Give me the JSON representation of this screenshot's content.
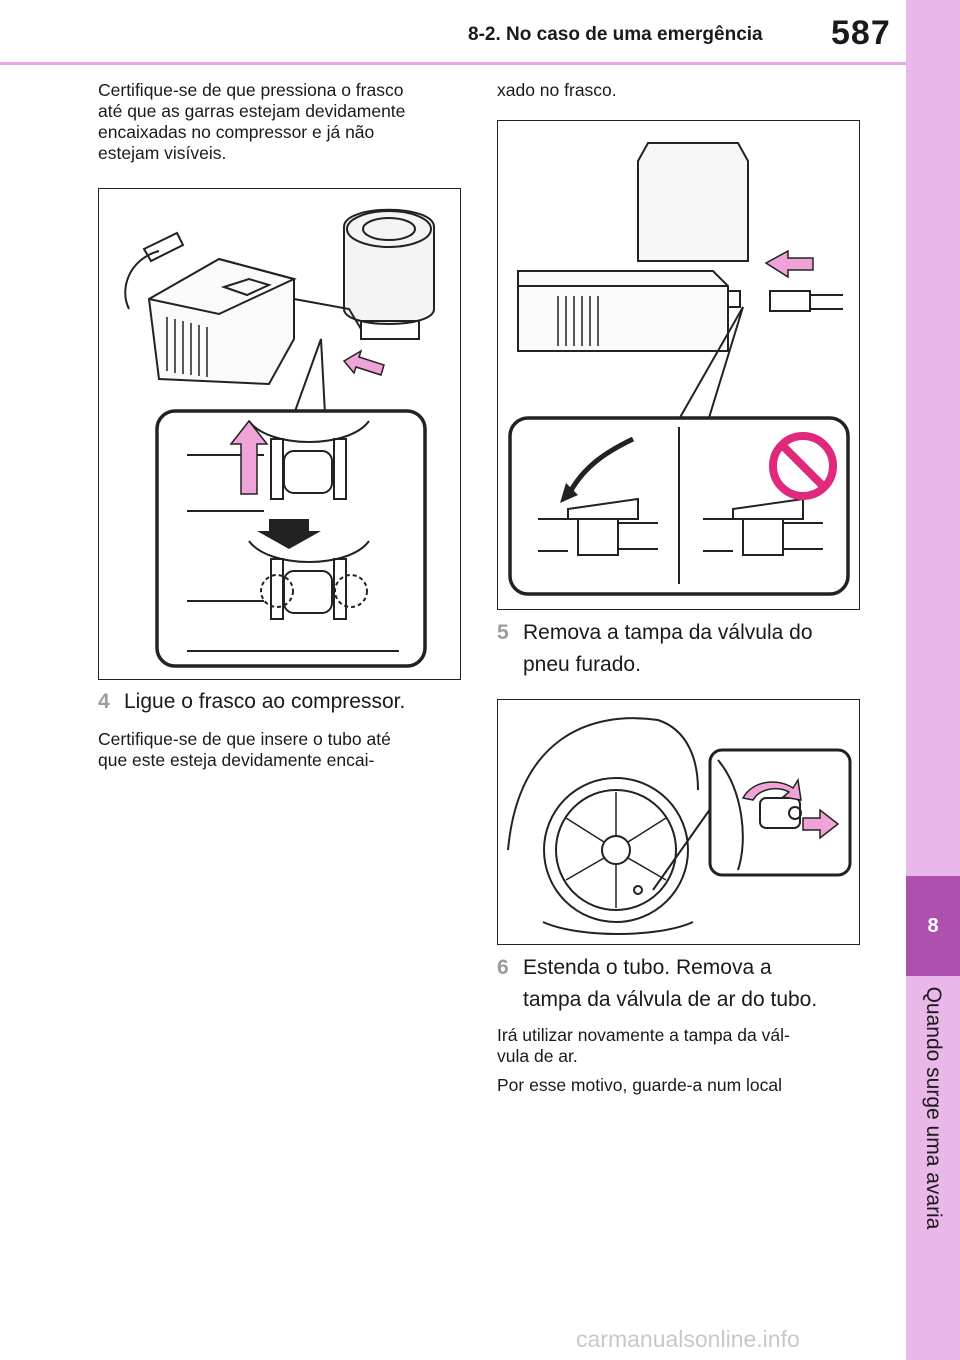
{
  "header": {
    "section_title": "8-2. No caso de uma emergência",
    "page_number": "587"
  },
  "side_tab": {
    "chapter_number": "8",
    "chapter_title": "Quando surge uma avaria"
  },
  "left_column": {
    "intro_paragraph": [
      "Certifique-se de que pressiona o frasco",
      "até que as garras estejam devidamente",
      "encaixadas no compressor e já não",
      "estejam visíveis."
    ],
    "step4": {
      "number": "4",
      "text": "Ligue o frasco ao compressor."
    },
    "step4_note": [
      "Certifique-se de que insere o tubo até",
      "que este esteja devidamente encai-"
    ]
  },
  "right_column": {
    "continuation": "xado no frasco.",
    "step5": {
      "number": "5",
      "lines": [
        "Remova a tampa da válvula do",
        "pneu furado."
      ]
    },
    "step6": {
      "number": "6",
      "lines": [
        "Estenda o tubo. Remova a",
        "tampa da válvula de ar do tubo."
      ]
    },
    "step6_note1": [
      "Irá utilizar novamente a tampa da vál-",
      "vula de ar."
    ],
    "step6_note2": "Por esse motivo, guarde-a num local"
  },
  "colors": {
    "accent_pink": "#e9b8e8",
    "chapter_purple": "#b050ae",
    "arrow_pink": "#f0a3d8",
    "prohibit_magenta": "#e0287c"
  },
  "icons": [
    "up-arrow-icon",
    "down-arrow-icon",
    "left-arrow-icon",
    "curved-arrow-icon",
    "prohibited-icon",
    "rotate-arrow-icon",
    "right-arrow-icon"
  ],
  "watermark": "carmanualsonline.info"
}
